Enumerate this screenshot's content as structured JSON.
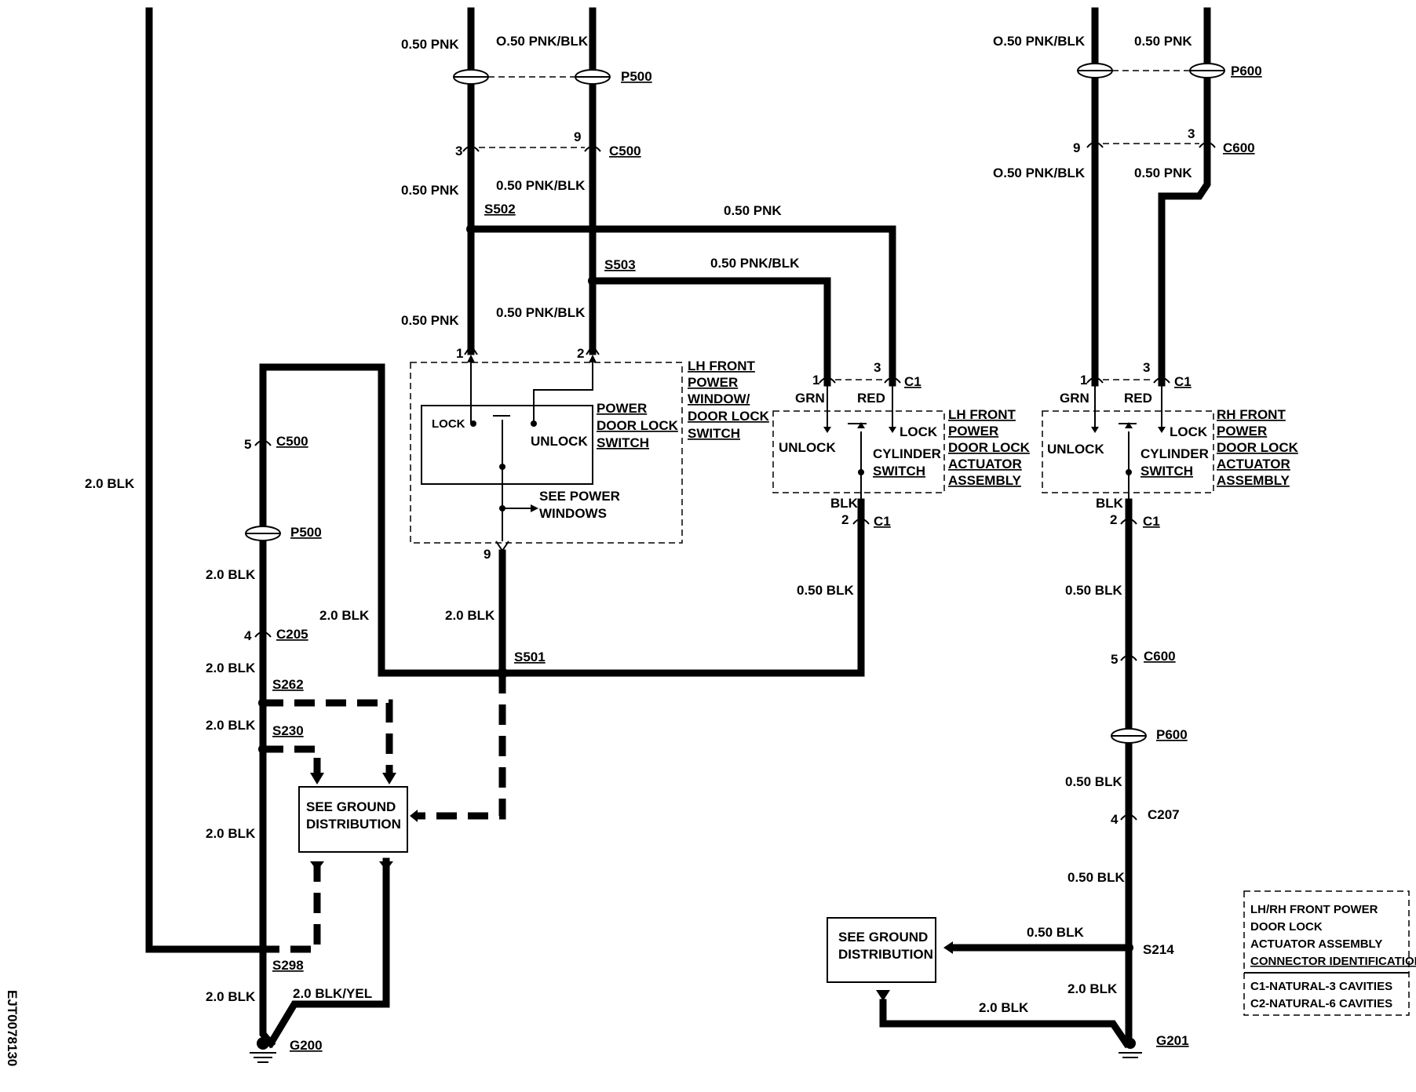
{
  "diagram_id": "EJT0078130",
  "wires": {
    "w_pnk": "0.50 PNK",
    "w_pnkblk": "0.50 PNK/BLK",
    "w_pnkblk_o": "O.50 PNK/BLK",
    "w_blk": "0.50 BLK",
    "w_blk2": "2.0 BLK",
    "w_blkyel": "2.0 BLK/YEL",
    "blk": "BLK",
    "grn": "GRN",
    "red": "RED"
  },
  "connectors": {
    "p500": "P500",
    "c500": "C500",
    "p600": "P600",
    "c600": "C600",
    "c1": "C1",
    "c205": "C205",
    "c207": "C207"
  },
  "splices": {
    "s502": "S502",
    "s503": "S503",
    "s501": "S501",
    "s262": "S262",
    "s230": "S230",
    "s298": "S298",
    "s214": "S214"
  },
  "grounds": {
    "g200": "G200",
    "g201": "G201"
  },
  "pins": {
    "p1": "1",
    "p2": "2",
    "p3": "3",
    "p4": "4",
    "p5": "5",
    "p9": "9"
  },
  "components": {
    "lh_switch": [
      "LH FRONT",
      "POWER",
      "WINDOW/",
      "DOOR LOCK",
      "SWITCH"
    ],
    "door_lock_switch": [
      "POWER",
      "DOOR LOCK",
      "SWITCH"
    ],
    "lock": "LOCK",
    "unlock": "UNLOCK",
    "see_power_windows": [
      "SEE POWER",
      "WINDOWS"
    ],
    "cylinder_switch": [
      "CYLINDER",
      "SWITCH"
    ],
    "lh_actuator": [
      "LH FRONT",
      "POWER",
      "DOOR LOCK",
      "ACTUATOR",
      "ASSEMBLY"
    ],
    "rh_actuator": [
      "RH FRONT",
      "POWER",
      "DOOR LOCK",
      "ACTUATOR",
      "ASSEMBLY"
    ],
    "see_ground": [
      "SEE GROUND",
      "DISTRIBUTION"
    ]
  },
  "legend": {
    "title": [
      "LH/RH FRONT POWER",
      "DOOR LOCK",
      "ACTUATOR ASSEMBLY",
      "CONNECTOR IDENTIFICATION"
    ],
    "rows": [
      "C1-NATURAL-3 CAVITIES",
      "C2-NATURAL-6 CAVITIES"
    ]
  }
}
